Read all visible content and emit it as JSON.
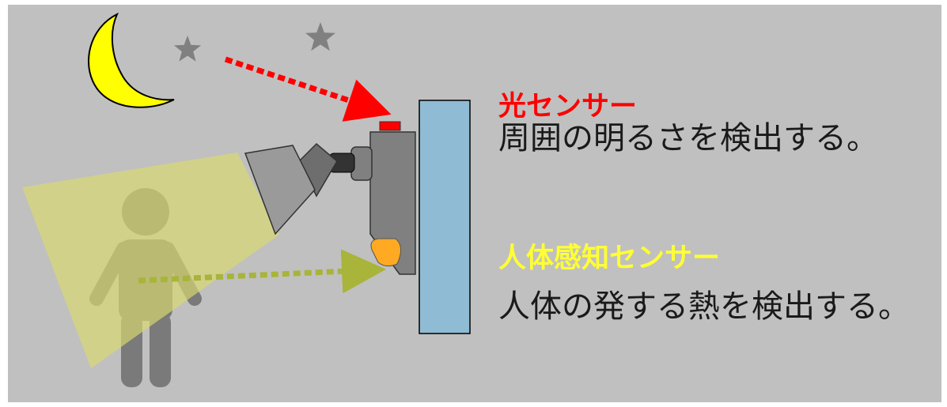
{
  "colors": {
    "background": "#c0c0c0",
    "light_sensor_title": "#ff0000",
    "motion_sensor_title": "#ffff33",
    "light_arrow": "#ff0000",
    "motion_arrow": "#a8b43a",
    "beam": "#d8d870",
    "wall": "#8fbcd4",
    "housing": "#808080",
    "person": "#7a7a7a",
    "moon": "#ffff00",
    "star": "#808080",
    "light_sensor": "#ff0000",
    "motion_sensor": "#ffaa22"
  },
  "light_sensor": {
    "title": "光センサー",
    "description": "周囲の明るさを検出する。"
  },
  "motion_sensor": {
    "title": "人体感知センサー",
    "description": "人体の発する熱を検出する。"
  }
}
